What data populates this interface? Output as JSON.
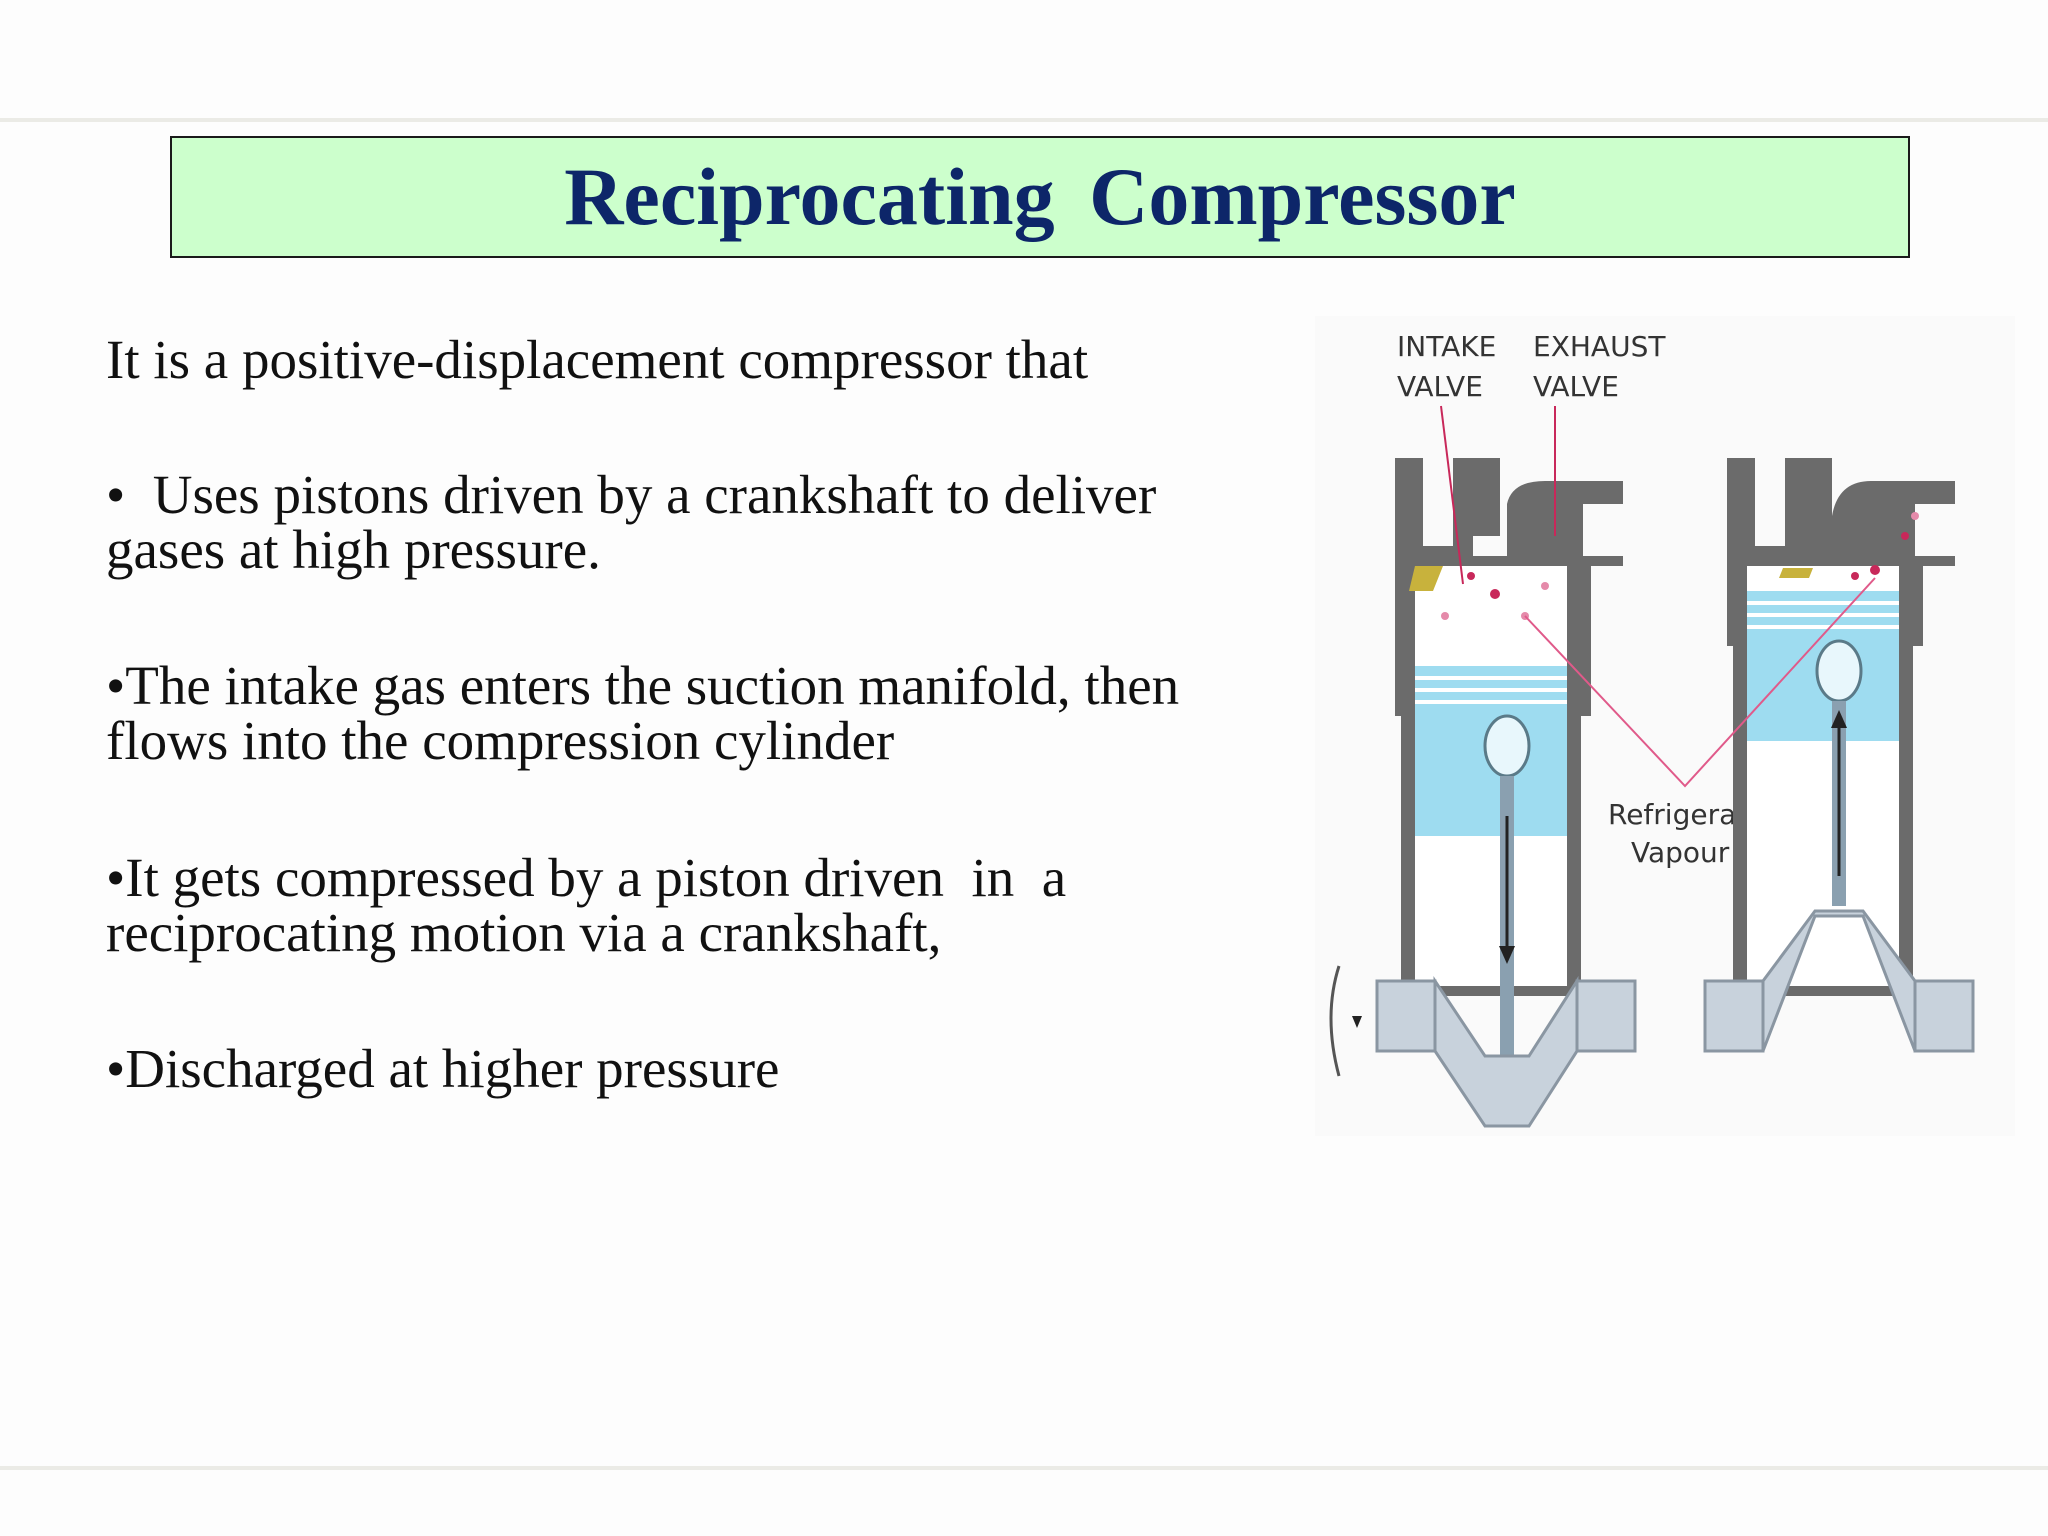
{
  "slide": {
    "title": "Reciprocating  Compressor",
    "intro": "It is a positive-displacement compressor that",
    "bullets": [
      "•  Uses pistons driven by a crankshaft to deliver\ngases at high pressure.",
      "•The intake gas enters the suction manifold, then\nflows into the compression cylinder",
      "•It gets compressed by a piston driven  in  a\nreciprocating motion via a crankshaft,",
      "•Discharged at higher pressure"
    ]
  },
  "diagram": {
    "labels": {
      "intake_line1": "INTAKE",
      "intake_line2": "VALVE",
      "exhaust_line1": "EXHAUST",
      "exhaust_line2": "VALVE",
      "refrigerant_line1": "Refrigerant",
      "refrigerant_line2": "Vapour"
    },
    "colors": {
      "cylinder": "#6b6b6b",
      "piston": "#9edcf0",
      "crank": "#c8d2dc",
      "valve": "#c8b23c",
      "vapour": "#c8285a"
    }
  }
}
